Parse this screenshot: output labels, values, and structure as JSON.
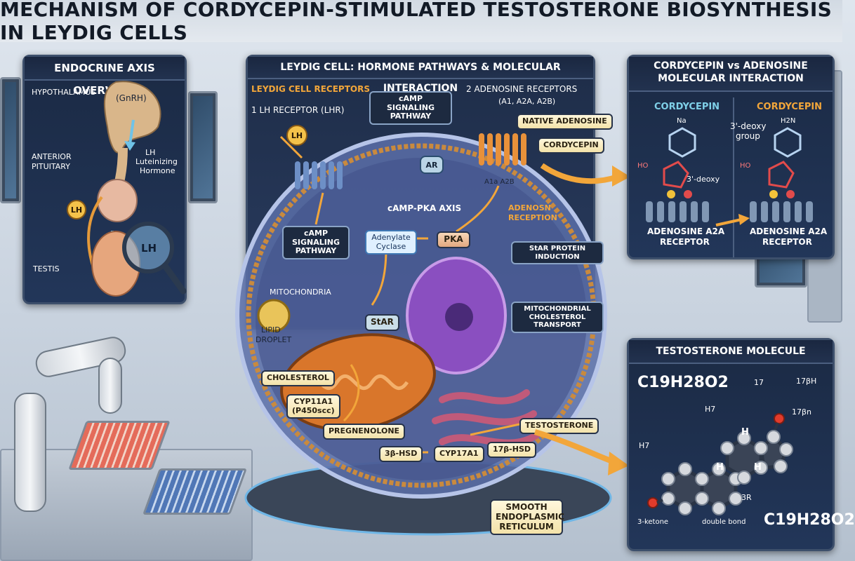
{
  "title": "MECHANISM OF CORDYCEPIN-STIMULATED TESTOSTERONE BIOSYNTHESIS IN LEYDIG CELLS",
  "endocrine": {
    "title": "ENDOCRINE AXIS OVERVIEW",
    "hypothalamus": "HYPOTHALAMUS",
    "gnrh": "(GnRH)",
    "anterior_pituitary": [
      "ANTERIOR",
      "PITUITARY"
    ],
    "lh_hormone": [
      "LH",
      "Luteinizing",
      "Hormone"
    ],
    "lh": "LH",
    "lh_magnifier": "LH",
    "testis": "TESTIS"
  },
  "leydig": {
    "title": "LEYDIG CELL: HORMONE PATHWAYS & MOLECULAR INTERACTION",
    "receptors_heading": "LEYDIG CELL RECEPTORS",
    "lh_receptor": "1 LH RECEPTOR (LHR)",
    "lh_ligand": "LH",
    "camp_box": [
      "cAMP SIGNALING",
      "PATHWAY"
    ],
    "adenosine_receptors": [
      "2 ADENOSINE RECEPTORS",
      "(A1, A2A, A2B)"
    ],
    "native_adenosine": "NATIVE ADENOSINE",
    "cordycepin": "CORDYCEPIN",
    "ar": "AR",
    "a_labels": "A1a A2B",
    "camp_pka_axis": "cAMP-PKA AXIS",
    "adenosn_reception": [
      "ADENOSN",
      "RECEPTION"
    ],
    "camp_signaling": [
      "cAMP",
      "SIGNALING",
      "PATHWAY"
    ],
    "adenylate_cyclase": [
      "Adenylate",
      "Cyclase"
    ],
    "pka": "PKA",
    "star_induction": "StAR PROTEIN INDUCTION",
    "mito_transport": [
      "MITOCHONDRIAL",
      "CHOLESTEROL TRANSPORT"
    ],
    "mitochondria": "MITOCHONDRIA",
    "lipid_droplet": [
      "LIPID",
      "DROPLET"
    ],
    "star": "StAR",
    "cholesterol": "CHOLESTEROL",
    "cyp11a1": [
      "CYP11A1",
      "(P450scc)"
    ],
    "pregnenolone": "PREGNENOLONE",
    "hsd3b": "3β-HSD",
    "cyp17a1": "CYP17A1",
    "hsd17b": "17β-HSD",
    "testosterone": "TESTOSTERONE",
    "ser": [
      "SMOOTH",
      "ENDOPLASMIC",
      "RETICULUM"
    ]
  },
  "cordycepin_panel": {
    "title": [
      "CORDYCEPIN vs ADENOSINE",
      "MOLECULAR INTERACTION"
    ],
    "left_heading": "CORDYCEPIN",
    "right_heading": "CORDYCEPIN",
    "na": "Na",
    "h2n": "H2N",
    "deoxy_group": [
      "3'-deoxy",
      "group"
    ],
    "deoxy": "3'-deoxy",
    "ho_left": "HO",
    "ho_right": "HO",
    "left_receptor": [
      "ADENOSINE A2A",
      "RECEPTOR"
    ],
    "right_receptor": [
      "ADENOSINE A2A",
      "RECEPTOR"
    ]
  },
  "testosterone_panel": {
    "title": "TESTOSTERONE MOLECULE",
    "formula_top": "C19H28O2",
    "formula_bottom": "C19H28O2",
    "l17": "17",
    "l17bh": "17βH",
    "l17bn": "17βn",
    "h7_top": "H7",
    "h7_left": "H7",
    "h_mid": "H",
    "h_low1": "H",
    "h_low2": "H",
    "l3r": "3R",
    "ketone": "3-ketone",
    "double_bond": "double bond"
  },
  "colors": {
    "panel_bg": "#1b2a44",
    "accent_orange": "#f2a63a",
    "cell_membrane": "#c98a3e",
    "mito": "#d9762b",
    "nucleus": "#8a4fc0",
    "er": "#c05a7a"
  }
}
